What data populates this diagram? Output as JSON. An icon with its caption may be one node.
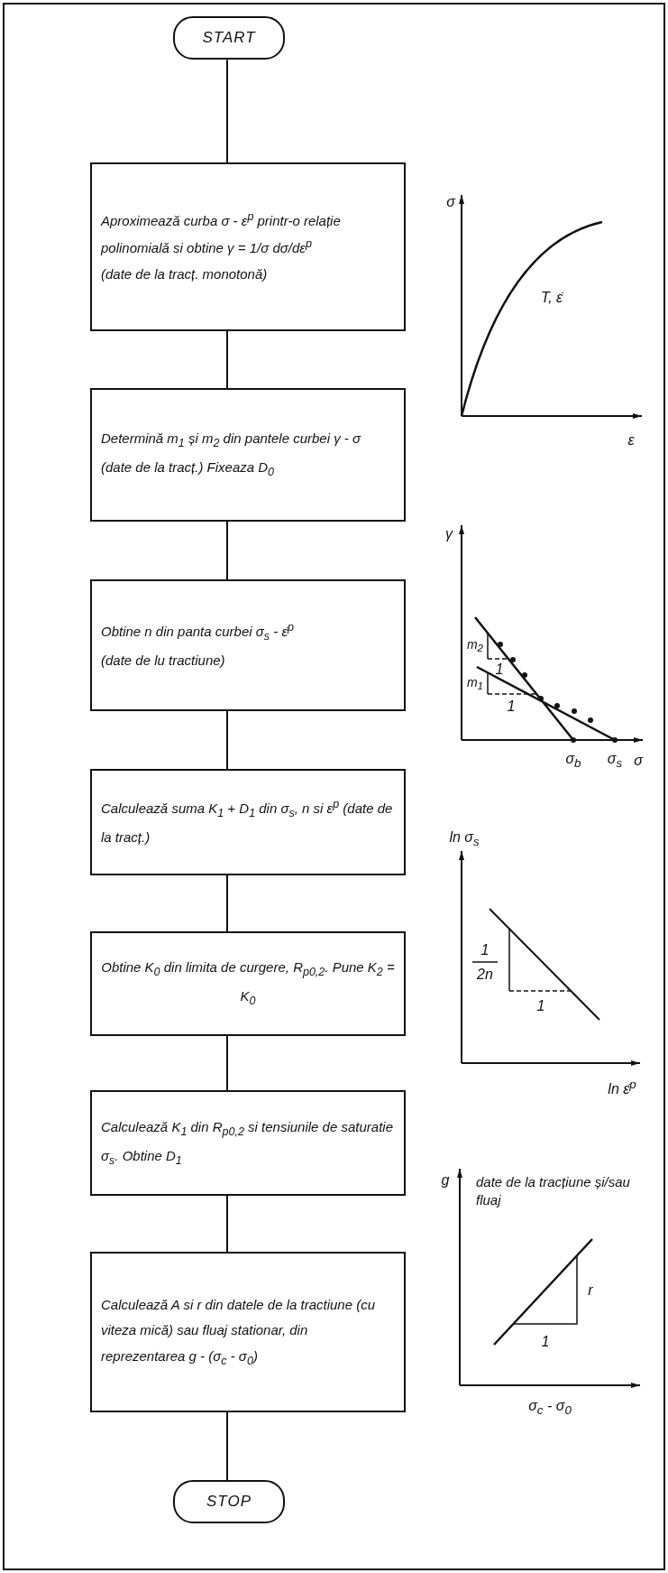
{
  "diagram": {
    "nodes": [
      {
        "text": [
          "START"
        ]
      },
      {
        "text": [
          "Aproximează curba σ - ε$^{p}$ printr-o relație polinomială si obtine γ = 1/σ dσ/dε$^{p}$",
          "(date de la tracț. monotonă)"
        ]
      },
      {
        "text": [
          "Determină m$_{1}$ și m$_{2}$ din pantele curbei γ - σ (date de la tracț.) Fixeaza D$_{0}$"
        ]
      },
      {
        "text": [
          "Obtine n din panta curbei σ$_{s}$ - ε̇$^{p}$",
          "(date de lu tractiune)"
        ]
      },
      {
        "text": [
          "Calculează suma K$_{1}$ + D$_{1}$ din σ$_{s}$, n si ε$^{p}$ (date de la tracț.)"
        ]
      },
      {
        "text": [
          "Obtine K$_{0}$ din limita de curgere, R$_{p0,2}$. Pune K$_{2}$ = K$_{0}$"
        ]
      },
      {
        "text": [
          "Calculează K$_{1}$ din R$_{p0,2}$ si tensiunile de saturatie σ$_{s}$. Obtine D$_{1}$"
        ]
      },
      {
        "text": [
          "Calculează A si r din datele de la tractiune (cu viteza mică) sau fluaj stationar, din reprezentarea g - (σ$_{c}$ - σ$_{0}$)"
        ]
      },
      {
        "text": [
          "STOP"
        ]
      }
    ],
    "edges": [
      {
        "from": 0,
        "to": 1,
        "arrow": "none"
      },
      {
        "from": 1,
        "to": 2,
        "arrow": "none"
      },
      {
        "from": 2,
        "to": 3,
        "arrow": "none"
      },
      {
        "from": 3,
        "to": 4,
        "arrow": "none"
      },
      {
        "from": 4,
        "to": 5,
        "arrow": "none"
      },
      {
        "from": 5,
        "to": 6,
        "arrow": "none"
      },
      {
        "from": 6,
        "to": 7,
        "arrow": "none"
      },
      {
        "from": 7,
        "to": 8,
        "arrow": "none"
      }
    ],
    "labels": [
      "σ",
      "T, ε̇",
      "ε",
      "γ",
      "m$_{2}$",
      "1",
      "m$_{1}$",
      "1",
      "σ$_{b}$",
      "σ$_{s}$",
      "σ",
      "ln σ$_{s}$",
      "1",
      "2n",
      "1",
      "ln ε̇$^{p}$",
      "g",
      "date de la tracțiune și/sau fluaj",
      "r",
      "1",
      "σ$_{c}$ - σ$_{0}$"
    ]
  }
}
